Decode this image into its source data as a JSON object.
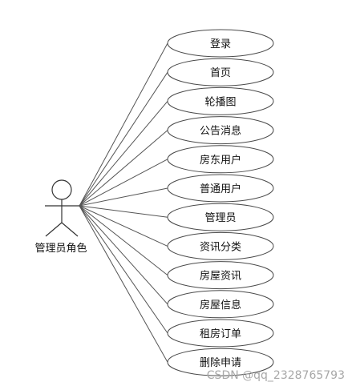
{
  "actor": {
    "label": "管理员角色"
  },
  "use_cases": [
    {
      "label": "登录"
    },
    {
      "label": "首页"
    },
    {
      "label": "轮播图"
    },
    {
      "label": "公告消息"
    },
    {
      "label": "房东用户"
    },
    {
      "label": "普通用户"
    },
    {
      "label": "管理员"
    },
    {
      "label": "资讯分类"
    },
    {
      "label": "房屋资讯"
    },
    {
      "label": "房屋信息"
    },
    {
      "label": "租房订单"
    },
    {
      "label": "删除申请"
    }
  ],
  "watermark": "CSDN @qq_2328765793"
}
